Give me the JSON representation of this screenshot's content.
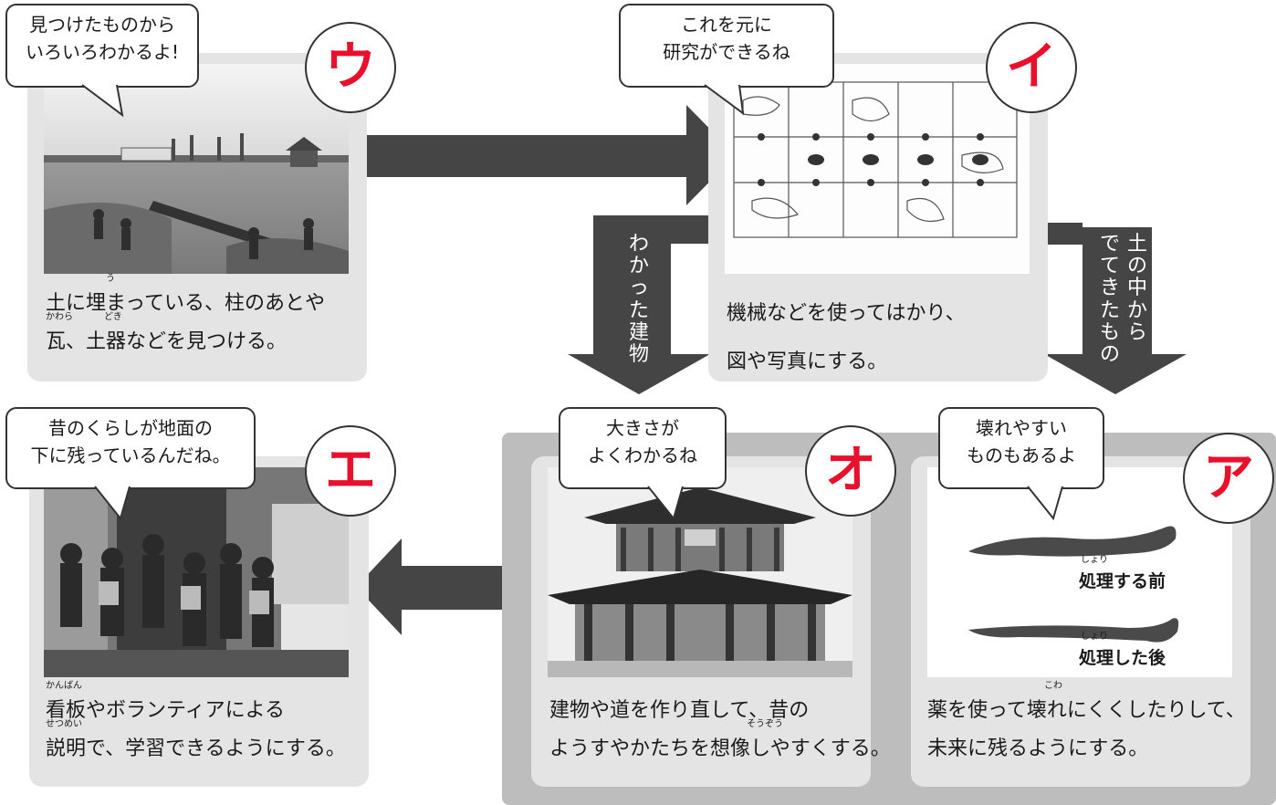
{
  "steps": {
    "u": {
      "letter": "ウ",
      "bubble": [
        "見つけたものから",
        "いろいろわかるよ!"
      ],
      "desc": [
        "土に埋まっている、柱のあとや",
        "瓦、土器などを見つける。"
      ],
      "ruby": [
        "う",
        "かわら",
        "どき"
      ]
    },
    "i": {
      "letter": "イ",
      "bubble": [
        "これを元に",
        "研究ができるね"
      ],
      "desc": [
        "機械などを使ってはかり、",
        "図や写真にする。"
      ]
    },
    "e": {
      "letter": "エ",
      "bubble": [
        "昔のくらしが地面の",
        "下に残っているんだね。"
      ],
      "desc": [
        "看板やボランティアによる",
        "説明で、学習できるようにする。"
      ],
      "ruby": [
        "かんばん",
        "せつめい"
      ]
    },
    "o": {
      "letter": "オ",
      "bubble": [
        "大きさが",
        "よくわかるね"
      ],
      "desc": [
        "建物や道を作り直して、昔の",
        "ようすやかたちを想像しやすくする。"
      ],
      "ruby": [
        "そうぞう"
      ]
    },
    "a": {
      "letter": "ア",
      "bubble": [
        "壊れやすい",
        "ものもあるよ"
      ],
      "desc": [
        "薬を使って壊れにくくしたりして、",
        "未来に残るようにする。"
      ],
      "ruby": [
        "こわ",
        "しょり",
        "しょり"
      ],
      "treat_before": "処理する前",
      "treat_after": "処理した後"
    }
  },
  "arrows": {
    "down_left": [
      "わ",
      "か",
      "っ",
      "た",
      "建",
      "物"
    ],
    "down_right_col1": [
      "土",
      "の",
      "中",
      "か",
      "ら"
    ],
    "down_right_col2": [
      "で",
      "て",
      "き",
      "た",
      "も",
      "の"
    ]
  },
  "colors": {
    "accent": "#e8102a",
    "card": "#e4e4e4",
    "arrow": "#454545",
    "group": "#bdbdbd"
  }
}
